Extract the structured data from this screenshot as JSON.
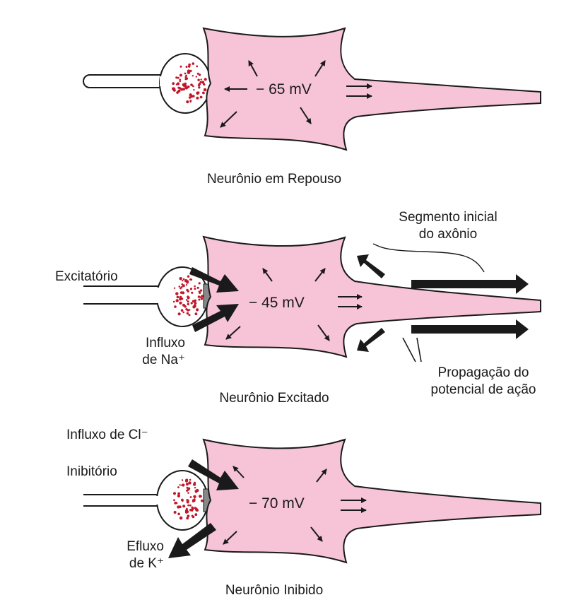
{
  "colors": {
    "soma_fill": "#f6c3d7",
    "outline": "#1a1a1a",
    "vesicle": "#c0182a",
    "background": "#ffffff"
  },
  "panels": {
    "rest": {
      "potential": "− 65 mV",
      "caption": "Neurônio em Repouso"
    },
    "excited": {
      "potential": "− 45 mV",
      "caption": "Neurônio Excitado",
      "input_label": "Excitatório",
      "influx_label_line1": "Influxo",
      "influx_label_line2": "de Na⁺",
      "segment_label_line1": "Segmento inicial",
      "segment_label_line2": "do axônio",
      "propagation_label_line1": "Propagação do",
      "propagation_label_line2": "potencial de ação"
    },
    "inhibited": {
      "potential": "− 70 mV",
      "caption": "Neurônio Inibido",
      "influx_label": "Influxo de Cl⁻",
      "input_label": "Inibitório",
      "efflux_label_line1": "Efluxo",
      "efflux_label_line2": "de K⁺"
    }
  }
}
